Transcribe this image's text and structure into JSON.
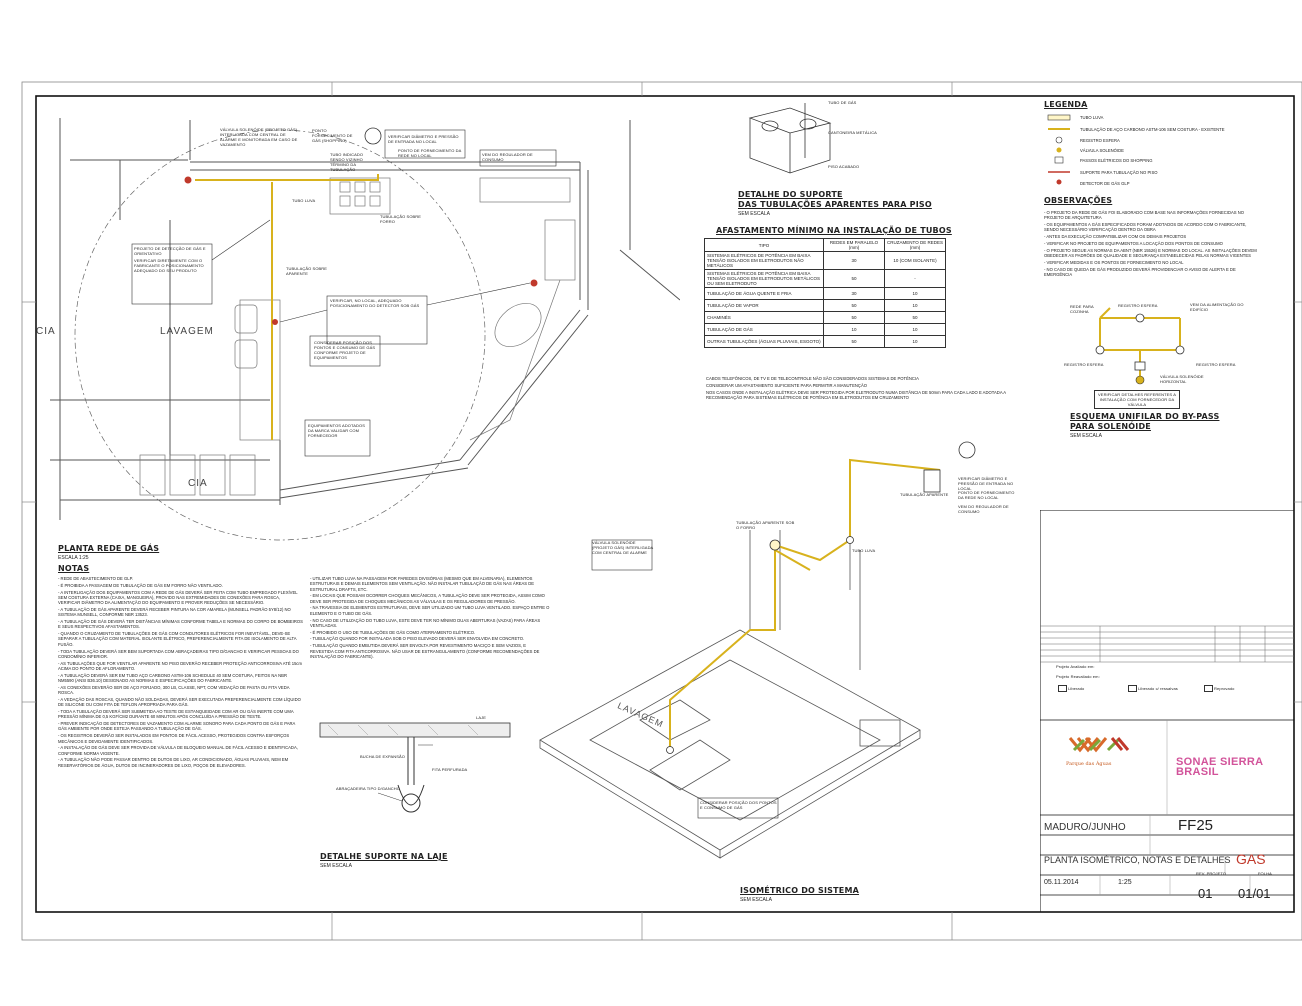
{
  "sheet": {
    "plan_title": "PLANTA REDE DE GÁS",
    "plan_scale": "ESCALA 1:25",
    "room_label": "LAVAGEM",
    "room_label_partial": "CIA",
    "notes_title": "NOTAS",
    "detail_support_floor_title_1": "DETALHE DO SUPORTE",
    "detail_support_floor_title_2": "DAS TUBULAÇÕES APARENTES PARA PISO",
    "detail_support_floor_scale": "SEM ESCALA",
    "detail_support_slab_title": "DETALHE SUPORTE NA LAJE",
    "detail_support_slab_scale": "SEM ESCALA",
    "isometric_title": "ISOMÉTRICO DO SISTEMA",
    "isometric_scale": "SEM ESCALA",
    "bypass_title_1": "ESQUEMA UNIFILAR DO BY-PASS",
    "bypass_title_2": "PARA SOLENÓIDE",
    "bypass_scale": "SEM ESCALA",
    "slab_labels": {
      "laje": "LAJE",
      "bucha": "BUCHA DE EXPANSÃO",
      "fita": "FITA PERFURADA",
      "abracadeira": "ABRAÇADEIRA TIPO D/GANCHO"
    },
    "support_labels": {
      "a": "TUBO DE GÁS",
      "b": "CANTONEIRA METÁLICA",
      "c": "PISO ACABADO"
    }
  },
  "clearance": {
    "title": "AFASTAMENTO MÍNIMO NA INSTALAÇÃO DE TUBOS",
    "headers": [
      "TIPO",
      "REDES EM PARALELO (mm)",
      "CRUZAMENTO DE REDES (mm)"
    ],
    "rows": [
      [
        "SISTEMAS ELÉTRICOS DE POTÊNCIA EM BAIXA TENSÃO ISOLADOS EM ELETRODUTOS NÃO METÁLICOS",
        "30",
        "10 (COM ISOLANTE)"
      ],
      [
        "SISTEMAS ELÉTRICOS DE POTÊNCIA EM BAIXA TENSÃO ISOLADOS EM ELETRODUTOS METÁLICOS OU SEM ELETRODUTO",
        "50",
        "-"
      ],
      [
        "TUBULAÇÃO DE ÁGUA QUENTE E FRIA",
        "30",
        "10"
      ],
      [
        "TUBULAÇÃO DE VAPOR",
        "50",
        "10"
      ],
      [
        "CHAMINÉS",
        "50",
        "50"
      ],
      [
        "TUBULAÇÃO DE GÁS",
        "10",
        "10"
      ],
      [
        "OUTRAS TUBULAÇÕES (ÁGUAS PLUVIAIS, ESGOTO)",
        "50",
        "10"
      ]
    ],
    "foot_notes": [
      "CABOS TELEFÔNICOS, DE TV E DE TELECONTROLE NÃO SÃO CONSIDERADOS SISTEMAS DE POTÊNCIA",
      "CONSIDERAR UM AFASTAMENTO SUFICIENTE PARA PERMITIR A MANUTENÇÃO",
      "NOS CASOS ONDE A INSTALAÇÃO ELÉTRICA DEVE SER PROTEGIDA POR ELETRODUTO NUMA DISTÂNCIA DE 50mm PARA CADA LADO E ADOTADA A RECOMENDAÇÃO PARA SISTEMAS ELÉTRICOS DE POTÊNCIA EM ELETRODUTOS EM CRUZAMENTO"
    ]
  },
  "legend": {
    "title": "LEGENDA",
    "items": [
      {
        "label": "TUBO LUVA"
      },
      {
        "label": "TUBULAÇÃO DE AÇO CARBONO ASTM-106 SEM COSTURA - EXISTENTE"
      },
      {
        "label": "REGISTRO ESFERA"
      },
      {
        "label": "VÁLVULA SOLENÓIDE"
      },
      {
        "label": "PASSOS ELÉTRICOS DO SHOPPING"
      },
      {
        "label": "SUPORTE PARA TUBULAÇÃO NO PISO"
      },
      {
        "label": "DETECTOR DE GÁS GLP"
      }
    ]
  },
  "observacoes": {
    "title": "OBSERVAÇÕES",
    "items": [
      "- O PROJETO DA REDE DE GÁS FOI ELABORADO COM BASE NAS INFORMAÇÕES FORNECIDAS NO PROJETO DE ARQUITETURA",
      "- OS EQUIPAMENTOS A GÁS ESPECIFICADOS FORAM ADOTADOS DE ACORDO COM O FABRICANTE, SENDO NECESSÁRIO VERIFICAÇÃO DENTRO DA OBRA",
      "- ANTES DA EXECUÇÃO COMPATIBILIZAR COM OS DEMAIS PROJETOS",
      "- VERIFICAR NO PROJETO DE EQUIPAMENTOS A LOCAÇÃO DOS PONTOS DE CONSUMO",
      "- O PROJETO SEGUE AS NORMAS DA ABNT (NBR 15526) E NORMAS DO LOCAL. AS INSTALAÇÕES DEVEM OBEDECER AS PADRÕES DE QUALIDADE E SEGURANÇA ESTABELECIDAS PELAS NORMAS VIGENTES",
      "- VERIFICAR MEDIDAS E OS PONTOS DE FORNECIMENTO NO LOCAL",
      "- NO CASO DE QUEDA DE GÁS PRODUZIDO DEVERÁ PROVIDENCIAR O AVISO DE ALERTA E DE EMERGÊNCIA"
    ]
  },
  "bypass": {
    "labels": [
      "REDE PARA COZINHA",
      "REGISTRO ESFERA",
      "VEM DA ALIMENTAÇÃO DO EDIFÍCIO",
      "REGISTRO ESFERA",
      "REGISTRO ESFERA",
      "VÁLVULA SOLENÓIDE HORIZONTAL"
    ],
    "note": "VERIFICAR DETALHES REFERENTES A INSTALAÇÃO COM FORNECEDOR DA VÁLVULA"
  },
  "notes": [
    "- REDE DE ABASTECIMENTO DE GLP.",
    "- É PROIBIDA A PASSAGEM DE TUBULAÇÃO DE GÁS EM FORRO NÃO VENTILADO.",
    "- A INTERLIGAÇÃO DOS EQUIPAMENTOS COM A REDE DE GÁS DEVERÁ SER FEITA COM TUBO EMPREGADO FLEXÍVEL SEM COSTURA EXTERNA (CAIXA, MANGUEIRA), PROVIDO NAS EXTREMIDADES DE CONEXÕES PARA ROSCA, VERIFICAR DIÂMETRO DA ALIMENTAÇÃO DO EQUIPAMENTO E PROVER REDUÇÕES SE NECESSÁRIO.",
    "- A TUBULAÇÃO DE GÁS APARENTE DEVERÁ RECEBER PINTURA NA COR AMARELA (MUNSELL PADRÃO 5Y8/12) NO SISTEMA MUNSELL, CONFORME NBR 13523.",
    "- A TUBULAÇÃO DE GÁS DEVERÁ TER DISTÂNCIAS MÍNIMAS CONFORME TABELA E NORMAS DO CORPO DE BOMBEIROS E SEUS RESPECTIVOS AFASTAMENTOS.",
    "- QUANDO O CRUZAMENTO DE TUBULAÇÕES DE GÁS COM CONDUTORES ELÉTRICOS FOR INEVITÁVEL, DEVE-SE SEPARAR A TUBULAÇÃO COM MATERIAL ISOLANTE ELÉTRICO, PREFERENCIALMENTE FITA DE ISOLAMENTO DE ALTA FUSÃO.",
    "- TODA TUBULAÇÃO DEVERÁ SER BEM SUPORTADA COM ABRAÇADEIRAS TIPO D/GANCHO E VERIFICAR PESSOAS DO CONDOMÍNIO INFERIOR.",
    "- AS TUBULAÇÕES QUE FOR VENTILAR APARENTE NO PISO DEVERÃO RECEBER PROTEÇÃO ANTICORROSIVA ATÉ 15cm ACIMA DO PONTO DE AFLORAMENTO.",
    "- A TUBULAÇÃO DEVERÁ SER EM TUBO AÇO CARBONO ASTM-106 SCHEDULE 40 SEM COSTURA, FEITOS NA NBR NM5590 (ANSI B36.10) DESIGNADO AS NORMAS E ESPECIFICAÇÕES DO FABRICANTE.",
    "- AS CONEXÕES DEVERÃO SER DE AÇO FORJADO, 300 LB, CLASSE, NPT, COM VEDAÇÃO DE PASTA OU FITA VEDA ROSCA.",
    "- A VEDAÇÃO DAS ROSCAS, QUANDO NÃO SOLDADAS, DEVERÁ SER EXECUTADA PREFERENCIALMENTE COM LÍQUIDO DE SILICONE OU COM FITA DE TEFLON APROPRIADA PARA GÁS.",
    "- TODA A TUBULAÇÃO DEVERÁ SER SUBMETIDA AO TESTE DE ESTANQUEIDADE COM AR OU GÁS INERTE COM UMA PRESSÃO MÍNIMA DE 0,5 KGF/CM2 DURANTE 60 MINUTOS APÓS CONCLUÍDA A PRESSÃO DE TESTE.",
    "- PREVER INDICAÇÃO DE DETECTORES DE VAZAMENTO COM ALARME SONORO PARA CADA PONTO DE GÁS E PARA GÁS AMBIENTE POR ONDE ESTEJA PASSANDO A TUBULAÇÃO DE GÁS.",
    "- OS REGISTROS DEVERÃO SER INSTALADOS EM PONTOS DE FÁCIL ACESSO, PROTEGIDOS CONTRA ESFORÇOS MECÂNICOS E DEVIDAMENTE IDENTIFICADOS.",
    "- A INSTALAÇÃO DE GÁS DEVE SER PROVIDA DE VÁLVULA DE BLOQUEIO MANUAL DE FÁCIL ACESSO E IDENTIFICADA, CONFORME NORMA VIGENTE.",
    "- A TUBULAÇÃO NÃO PODE PASSAR DENTRO DE DUTOS DE LIXO, AR CONDICIONADO, ÁGUAS PLUVIAIS, NEM EM RESERVATÓRIOS DE ÁGUA, DUTOS DE INCINERADORES DE LIXO, POÇOS DE ELEVADORES."
  ],
  "notes_col2": [
    "- UTILIZAR TUBO LUVA NA PASSAGEM POR PAREDES DIVISÓRIAS (MESMO QUE EM ALVENARIA), ELEMENTOS ESTRUTURAIS E DEMAIS ELEMENTOS SEM VENTILAÇÃO. NÃO INSTALAR TUBULAÇÃO DE GÁS NAS ÁREAS DE ESTRUTURAL DRAFTS, ETC.",
    "- EM LOCAIS QUE POSSAM OCORRER CHOQUES MECÂNICOS, A TUBULAÇÃO DEVE SER PROTEGIDA, ASSIM COMO DEVE SER PROTEGIDA DE CHOQUES MECÂNICOS AS VÁLVULAS E OS REGULADORES DE PRESSÃO.",
    "- NA TRAVESSIA DE ELEMENTOS ESTRUTURAIS, DEVE SER UTILIZADO UM TUBO LUVA VENTILADO. ESPAÇO ENTRE O ELEMENTO E O TUBO DE GÁS.",
    "- NO CASO DE UTILIZAÇÃO DO TUBO LUVA, ESTE DEVE TER NO MÍNIMO DUAS ABERTURAS (VAZAS) PARA ÁREAS VENTILADAS.",
    "- É PROIBIDO O USO DE TUBULAÇÕES DE GÁS COMO ATERRAMENTO ELÉTRICO.",
    "- TUBULAÇÃO QUANDO FOR INSTALADA SOB O PISO ELEVADO DEVERÁ SER ENVOLVIDA EM CONCRETO.",
    "- TUBULAÇÃO QUANDO EMBUTIDA DEVERÁ SER ENVOLTA POR REVESTIMENTO MACIÇO E SEM VAZIOS, E REVESTIDA COM FITA ANTICORROSIVA. NÃO USAR DE ESTRANGULAMENTO (CONFORME RECOMENDAÇÕES DE INSTALAÇÃO DO FABRICANTE)."
  ],
  "plan_annotations": [
    "VÁLVULA SOLENÓIDE (PROJETO GÁS) INTERLIGADA COM CENTRAL DE ALARME E MONITORADA EM CASO DE VAZAMENTO",
    "PONTO FORNECIMENTO DE GÁS (SHOPPING)",
    "VERIFICAR DIÂMETRO E PRESSÃO DE ENTRADA NO LOCAL",
    "TUBO INDICADO SENDO VIZINHO TÉRMINO DA TUBULAÇÃO",
    "PONTO DE FORNECIMENTO DA REDE NO LOCAL",
    "VEM DO REGULADOR DE CONSUMO",
    "PROJETO DE DETECÇÃO DE GÁS E ORIENTATIVO",
    "VERIFICAR DIRETAMENTE COM O FABRICANTE O POSICIONAMENTO ADEQUADO DO SEU PRODUTO",
    "TUBULAÇÃO SOBRE APARENTE",
    "VERIFICAR, NO LOCAL, ADEQUADO POSICIONAMENTO DO DETECTOR SOB GÁS",
    "CONSIDERAR POSIÇÃO DOS PONTOS E CONSUMO DE GÁS CONFORME PROJETO DE EQUIPAMENTOS",
    "EQUIPAMENTOS ADOTADOS DA MARCA VALIDAR COM FORNECEDOR",
    "TUBO LUVA",
    "TUBULAÇÃO SOBRE FORRO"
  ],
  "iso_annotations": [
    "VÁLVULA SOLENÓIDE (PROJETO GÁS) INTERLIGADA COM CENTRAL DE ALARME",
    "TUBULAÇÃO APARENTE SOB O FORRO",
    "VERIFICAR DIÂMETRO E PRESSÃO DE ENTRADA NO LOCAL",
    "PONTO DE FORNECIMENTO DA REDE NO LOCAL",
    "VEM DO REGULADOR DE CONSUMO",
    "CONSIDERAR POSIÇÃO DOS PONTOS E CONSUMO DE GÁS",
    "TUBO LUVA",
    "TUBULAÇÃO APARENTE",
    "LAVAGEM"
  ],
  "title_block": {
    "client_logo_text": "Parque das Águas",
    "brand_1": "SONAE SIERRA",
    "brand_2": "BRASIL",
    "project_code_label": "MADURO/JUNHO",
    "project_code": "FF25",
    "drawing_title": "PLANTA ISOMÉTRICO, NOTAS E DETALHES",
    "discipline": "GAS",
    "date": "05.11.2014",
    "scale": "1:25",
    "revision": "01",
    "sheet": "01/01",
    "rev_label": "REV. PROJETO",
    "sheet_label": "FOLHA",
    "checkbox_labels": [
      "Liberado",
      "Liberado c/ ressalvas",
      "Reprovado"
    ],
    "stamp_labels": [
      "Projeto Avaliado em:",
      "Projeto Reavaliado em:"
    ]
  }
}
